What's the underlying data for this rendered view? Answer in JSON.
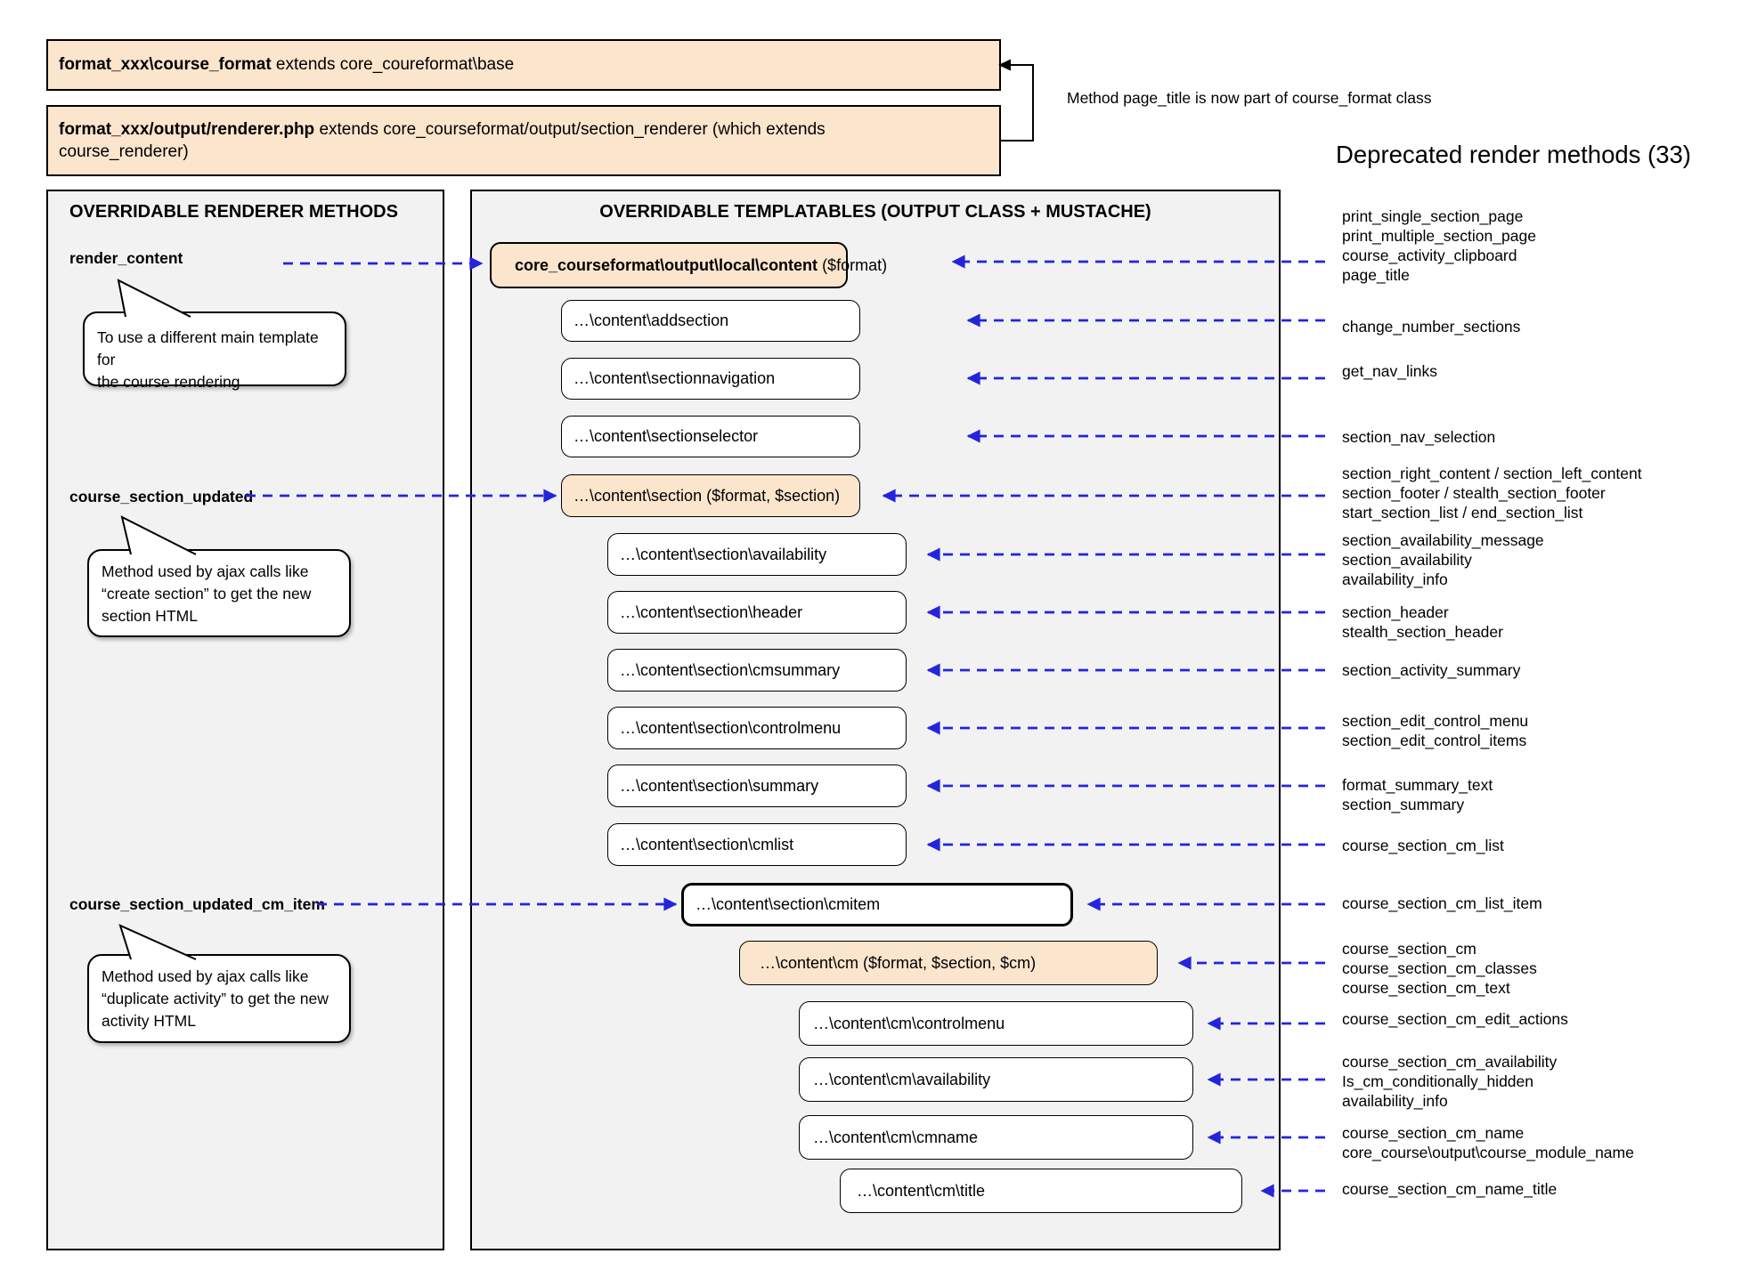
{
  "top": {
    "box1": {
      "bold": "format_xxx\\course_format",
      "rest": " extends core_coureformat\\base"
    },
    "box2": {
      "bold": "format_xxx/output/renderer.php",
      "rest": " extends core_courseformat/output/section_renderer (which extends\ncourse_renderer)"
    },
    "note": "Method page_title is now part of course_format class",
    "deprecated_heading": "Deprecated render methods (33)"
  },
  "left_panel": {
    "title": "OVERRIDABLE RENDERER METHODS",
    "methods": [
      {
        "name": "render_content",
        "bubble": "To use a different main template for\nthe course rendering"
      },
      {
        "name": "course_section_updated",
        "bubble": "Method used by ajax calls like\n“create section” to get the new\nsection HTML"
      },
      {
        "name": "course_section_updated_cm_item",
        "bubble": "Method used by ajax calls like\n“duplicate activity” to get the new\nactivity HTML"
      }
    ]
  },
  "middle_panel": {
    "title": "OVERRIDABLE TEMPLATABLES (OUTPUT CLASS + MUSTACHE)",
    "boxes": [
      {
        "id": "content",
        "bold": "core_courseformat\\output\\local\\content",
        "text": " ($format)"
      },
      {
        "id": "addsection",
        "text": "…\\content\\addsection"
      },
      {
        "id": "sectionnavigation",
        "text": "…\\content\\sectionnavigation"
      },
      {
        "id": "sectionselector",
        "text": "…\\content\\sectionselector"
      },
      {
        "id": "section",
        "text": "…\\content\\section ($format, $section)"
      },
      {
        "id": "s_availability",
        "text": "…\\content\\section\\availability"
      },
      {
        "id": "s_header",
        "text": "…\\content\\section\\header"
      },
      {
        "id": "s_cmsummary",
        "text": "…\\content\\section\\cmsummary"
      },
      {
        "id": "s_controlmenu",
        "text": "…\\content\\section\\controlmenu"
      },
      {
        "id": "s_summary",
        "text": "…\\content\\section\\summary"
      },
      {
        "id": "s_cmlist",
        "text": "…\\content\\section\\cmlist"
      },
      {
        "id": "s_cmitem",
        "text": "…\\content\\section\\cmitem"
      },
      {
        "id": "cm",
        "text": "…\\content\\cm ($format, $section, $cm)"
      },
      {
        "id": "cm_controlmenu",
        "text": "…\\content\\cm\\controlmenu"
      },
      {
        "id": "cm_availability",
        "text": "…\\content\\cm\\availability"
      },
      {
        "id": "cm_cmname",
        "text": "…\\content\\cm\\cmname"
      },
      {
        "id": "cm_title",
        "text": "…\\content\\cm\\title"
      }
    ]
  },
  "deprecated_panel": {
    "groups": [
      {
        "lines": [
          "print_single_section_page",
          "print_multiple_section_page",
          "course_activity_clipboard",
          "page_title"
        ]
      },
      {
        "lines": [
          "change_number_sections"
        ]
      },
      {
        "lines": [
          "get_nav_links"
        ]
      },
      {
        "lines": [
          "section_nav_selection"
        ]
      },
      {
        "lines": [
          "section_right_content / section_left_content",
          "section_footer / stealth_section_footer",
          "start_section_list / end_section_list"
        ]
      },
      {
        "lines": [
          "section_availability_message",
          "section_availability",
          "availability_info"
        ]
      },
      {
        "lines": [
          "section_header",
          "stealth_section_header"
        ]
      },
      {
        "lines": [
          "section_activity_summary"
        ]
      },
      {
        "lines": [
          "section_edit_control_menu",
          "section_edit_control_items"
        ]
      },
      {
        "lines": [
          "format_summary_text",
          "section_summary"
        ]
      },
      {
        "lines": [
          "course_section_cm_list"
        ]
      },
      {
        "lines": [
          "course_section_cm_list_item"
        ]
      },
      {
        "lines": [
          "course_section_cm",
          "course_section_cm_classes",
          "course_section_cm_text"
        ]
      },
      {
        "lines": [
          "course_section_cm_edit_actions"
        ]
      },
      {
        "lines": [
          "course_section_cm_availability",
          "Is_cm_conditionally_hidden",
          "availability_info"
        ]
      },
      {
        "lines": [
          "course_section_cm_name",
          "core_course\\output\\course_module_name"
        ]
      },
      {
        "lines": [
          "course_section_cm_name_title"
        ]
      }
    ]
  },
  "colors": {
    "accent_fill": "#fce5cd",
    "arrow_blue": "#2424dd",
    "panel_bg": "#f2f2f2"
  }
}
